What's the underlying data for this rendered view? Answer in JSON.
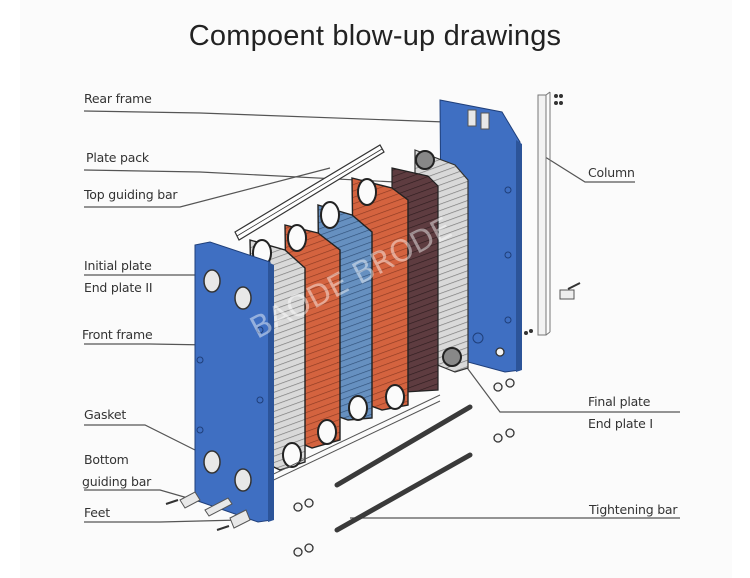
{
  "title": "Compoent blow-up drawings",
  "watermark": "BAODE BRODE",
  "colors": {
    "frame_blue": "#3b6fc4",
    "plate_red": "#d0603f",
    "plate_blue": "#5b86b8",
    "plate_brown": "#5a3a3e",
    "plate_gray": "#c9c9c9",
    "line": "#444444",
    "background": "#fbfbfb"
  },
  "labels": {
    "rear_frame": "Rear frame",
    "plate_pack": "Plate pack",
    "top_guiding_bar": "Top guiding bar",
    "initial_plate": "Initial plate",
    "end_plate_ii": "End plate II",
    "front_frame": "Front frame",
    "gasket": "Gasket",
    "bottom": "Bottom",
    "guiding_bar": "guiding bar",
    "feet": "Feet",
    "column": "Column",
    "final_plate": "Final plate",
    "end_plate_i": "End plate I",
    "tightening_bar": "Tightening bar"
  },
  "components": [
    "Rear frame",
    "Plate pack",
    "Top guiding bar",
    "Initial plate / End plate II",
    "Front frame",
    "Gasket",
    "Bottom guiding bar",
    "Feet",
    "Column",
    "Final plate / End plate I",
    "Tightening bar"
  ]
}
